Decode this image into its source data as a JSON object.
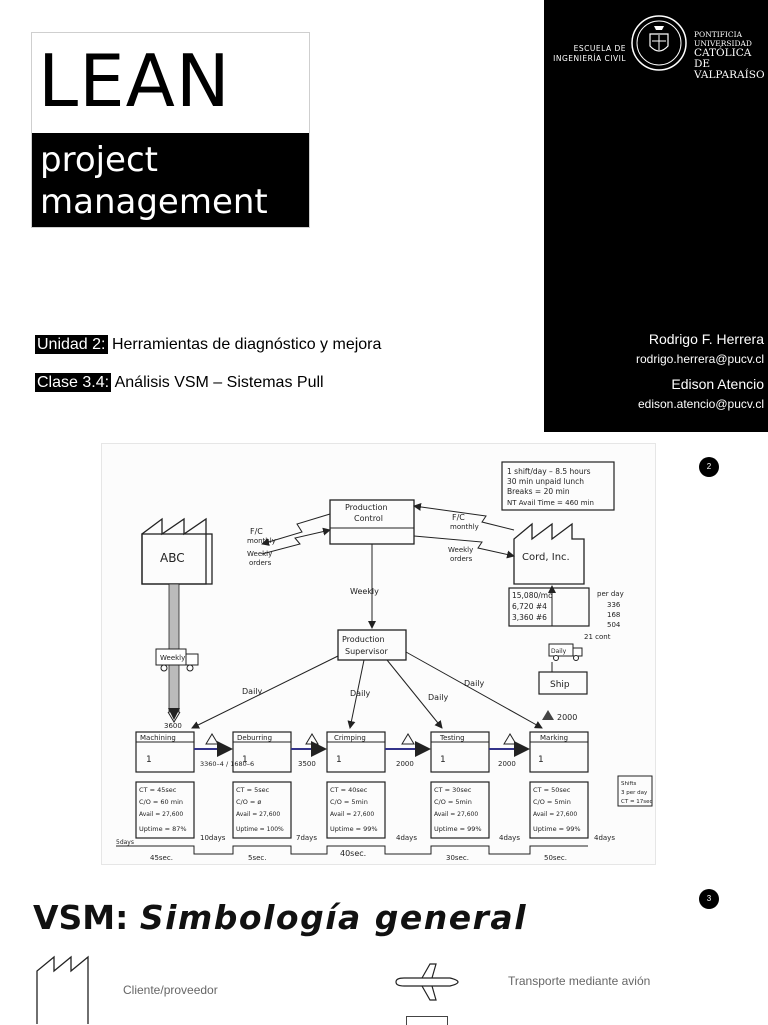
{
  "slide1": {
    "logo_main": "LEAN",
    "logo_sub_1": "project",
    "logo_sub_2": "management",
    "school_1": "ESCUELA DE",
    "school_2": "INGENIERÍA CIVIL",
    "univ_1": "PONTIFICIA",
    "univ_2": "UNIVERSIDAD",
    "univ_3": "CATÓLICA DE",
    "univ_4": "VALPARAÍSO",
    "unit_tag": "Unidad 2:",
    "unit_text": " Herramientas de diagnóstico y mejora",
    "class_tag": "Clase 3.4:",
    "class_text": " Análisis VSM – Sistemas Pull",
    "author1_name": "Rodrigo F. Herrera",
    "author1_email": "rodrigo.herrera@pucv.cl",
    "author2_name": "Edison Atencio",
    "author2_email": "edison.atencio@pucv.cl"
  },
  "slide2": {
    "page_number": "2",
    "diagram": {
      "supplier": "ABC",
      "customer": "Cord, Inc.",
      "control": [
        "Production",
        "Control"
      ],
      "supervisor": [
        "Production",
        "Supervisor"
      ],
      "fc_monthly": [
        "F/C",
        "monthly"
      ],
      "weekly_orders": [
        "Weekly",
        "orders"
      ],
      "weekly": "Weekly",
      "daily": "Daily",
      "weekly_truck": "Weekly",
      "daily_truck": "Daily",
      "ship": "Ship",
      "customer_info": [
        "1 shift/day – 8.5 hours",
        "30 min unpaid lunch",
        "Breaks = 20 min",
        "NT Avail Time = 460 min"
      ],
      "demand_left": [
        "15,080/mo",
        "6,720 #4",
        "3,360 #6"
      ],
      "demand_right": [
        "per day",
        "336",
        "168",
        "504"
      ],
      "containers": "21 cont",
      "processes": [
        {
          "name": "Machining",
          "operator": "1",
          "ct": "CT = 45sec",
          "co": "C/O = 60 min",
          "avail": "Avail = 27,600",
          "uptime": "Uptime = 87%"
        },
        {
          "name": "Deburring",
          "operator": "1",
          "ct": "CT = 5sec",
          "co": "C/O = ø",
          "avail": "Avail = 27,600",
          "uptime": "Uptime = 100%"
        },
        {
          "name": "Crimping",
          "operator": "1",
          "ct": "CT = 40sec",
          "co": "C/O = 5min",
          "avail": "Avail = 27,600",
          "uptime": "Uptime = 99%"
        },
        {
          "name": "Testing",
          "operator": "1",
          "ct": "CT = 30sec",
          "co": "C/O = 5min",
          "avail": "Avail = 27,600",
          "uptime": "Uptime = 99%"
        },
        {
          "name": "Marking",
          "operator": "1",
          "ct": "CT = 50sec",
          "co": "C/O = 5min",
          "avail": "Avail = 27,600",
          "uptime": "Uptime = 99%"
        }
      ],
      "inventories": [
        "3600",
        "3360–4 / 1680–6",
        "3500",
        "2000",
        "2000",
        "2000"
      ],
      "lead_days": [
        "5days",
        "10days",
        "7days",
        "4days",
        "4days"
      ],
      "cycle_times": [
        "45sec.",
        "5sec.",
        "40sec.",
        "30sec.",
        "50sec."
      ],
      "note_box": [
        "Shifts",
        "3 per day",
        "CT = 17sec"
      ]
    }
  },
  "slide3": {
    "page_number": "3",
    "title_prefix": "VSM: ",
    "title_emph": "Simbología general",
    "legend_1": "Cliente/proveedor",
    "legend_2": "Transporte mediante avión"
  }
}
